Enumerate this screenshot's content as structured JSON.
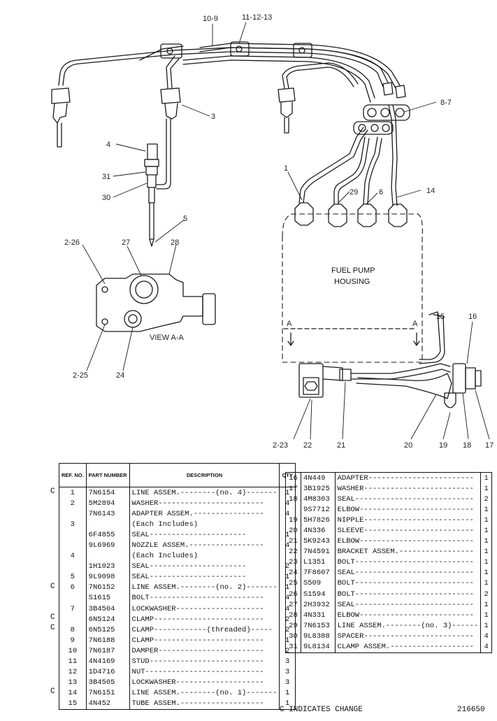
{
  "diagram": {
    "labels": {
      "l1": "10-9",
      "l2": "11-12-13",
      "l3": "3",
      "l4": "4",
      "l5": "31",
      "l6": "30",
      "l7": "5",
      "l8": "2-26",
      "l9": "27",
      "l10": "28",
      "l11": "2-25",
      "l12": "24",
      "l13": "8-7",
      "l14": "1",
      "l15": "29",
      "l16": "6",
      "l17": "14",
      "l18": "15",
      "l19": "16",
      "l20": "2-23",
      "l21": "22",
      "l22": "21",
      "l23": "20",
      "l24": "19",
      "l25": "18",
      "l26": "17"
    },
    "view_label": "VIEW A-A",
    "housing_line1": "FUEL PUMP",
    "housing_line2": "HOUSING",
    "section_a_left": "A",
    "section_a_right": "A"
  },
  "table_headers": {
    "ref": "REF. NO.",
    "part": "PART NUMBER",
    "desc": "DESCRIPTION",
    "qty": "QTY"
  },
  "parts_left": [
    {
      "ref": "1",
      "part": "7N6154",
      "desc": "LINE ASSEM.--------(no. 4)-------",
      "qty": "1"
    },
    {
      "ref": "2",
      "part": "5M2894",
      "desc": "WASHER------------------------",
      "qty": "4"
    },
    {
      "ref": "",
      "part": "7N6143",
      "desc": "ADAPTER ASSEM.----------------",
      "qty": "4"
    },
    {
      "ref": "3",
      "part": "",
      "desc": "  (Each Includes)",
      "qty": ""
    },
    {
      "ref": "",
      "part": "6F4855",
      "desc": "  SEAL----------------------",
      "qty": "1"
    },
    {
      "ref": "",
      "part": "9L6969",
      "desc": "NOZZLE ASSEM.-----------------",
      "qty": "4"
    },
    {
      "ref": "4",
      "part": "",
      "desc": "  (Each Includes)",
      "qty": ""
    },
    {
      "ref": "",
      "part": "1H1023",
      "desc": "  SEAL----------------------",
      "qty": "2"
    },
    {
      "ref": "5",
      "part": "9L9098",
      "desc": "  SEAL----------------------",
      "qty": "1"
    },
    {
      "ref": "6",
      "part": "7N6152",
      "desc": "LINE ASSEM.--------(no. 2)-------",
      "qty": "1"
    },
    {
      "ref": "",
      "part": "S1615",
      "desc": "BOLT--------------------------",
      "qty": "4"
    },
    {
      "ref": "7",
      "part": "3B4504",
      "desc": "LOCKWASHER--------------------",
      "qty": "4"
    },
    {
      "ref": "",
      "part": "6N5124",
      "desc": "CLAMP-------------------------",
      "qty": "2"
    },
    {
      "ref": "8",
      "part": "6N5125",
      "desc": "CLAMP------------(threaded)-----",
      "qty": "2"
    },
    {
      "ref": "9",
      "part": "7N6188",
      "desc": "CLAMP-------------------------",
      "qty": "1"
    },
    {
      "ref": "10",
      "part": "7N6187",
      "desc": "DAMPER------------------------",
      "qty": "2"
    },
    {
      "ref": "11",
      "part": "4N4169",
      "desc": "STUD--------------------------",
      "qty": "3"
    },
    {
      "ref": "12",
      "part": "1D4716",
      "desc": "NUT---------------------------",
      "qty": "3"
    },
    {
      "ref": "13",
      "part": "3B4505",
      "desc": "LOCKWASHER--------------------",
      "qty": "3"
    },
    {
      "ref": "14",
      "part": "7N6151",
      "desc": "LINE ASSEM.--------(no. 1)-------",
      "qty": "1"
    },
    {
      "ref": "15",
      "part": "4N452",
      "desc": "TUBE ASSEM.-------------------",
      "qty": "1"
    }
  ],
  "parts_right": [
    {
      "ref": "16",
      "part": "4N449",
      "desc": "ADAPTER------------------------",
      "qty": "1"
    },
    {
      "ref": "17",
      "part": "3B1925",
      "desc": "WASHER-------------------------",
      "qty": "1"
    },
    {
      "ref": "18",
      "part": "4M8303",
      "desc": "SEAL---------------------------",
      "qty": "2"
    },
    {
      "ref": "",
      "part": "9S7712",
      "desc": "ELBOW--------------------------",
      "qty": "1"
    },
    {
      "ref": "19",
      "part": "5H7826",
      "desc": "NIPPLE-------------------------",
      "qty": "1"
    },
    {
      "ref": "20",
      "part": "4N336",
      "desc": "SLEEVE-------------------------",
      "qty": "1"
    },
    {
      "ref": "21",
      "part": "5K9243",
      "desc": "ELBOW--------------------------",
      "qty": "1"
    },
    {
      "ref": "22",
      "part": "7N4591",
      "desc": "BRACKET ASSEM.-----------------",
      "qty": "1"
    },
    {
      "ref": "23",
      "part": "L1351",
      "desc": "BOLT---------------------------",
      "qty": "1"
    },
    {
      "ref": "24",
      "part": "7F8607",
      "desc": "SEAL---------------------------",
      "qty": "1"
    },
    {
      "ref": "25",
      "part": "S509",
      "desc": "BOLT---------------------------",
      "qty": "1"
    },
    {
      "ref": "26",
      "part": "S1594",
      "desc": "BOLT---------------------------",
      "qty": "2"
    },
    {
      "ref": "27",
      "part": "2H3932",
      "desc": "SEAL---------------------------",
      "qty": "1"
    },
    {
      "ref": "28",
      "part": "4N331",
      "desc": "ELBOW--------------------------",
      "qty": "1"
    },
    {
      "ref": "29",
      "part": "7N6153",
      "desc": "LINE ASSEM.--------(no. 3)------",
      "qty": "1"
    },
    {
      "ref": "30",
      "part": "9L8388",
      "desc": "SPACER-------------------------",
      "qty": "4"
    },
    {
      "ref": "31",
      "part": "9L8134",
      "desc": "CLAMP ASSEM.-------------------",
      "qty": "4"
    }
  ],
  "change_marks": {
    "m1": "C",
    "m2": "C",
    "m3": "C",
    "m4": "C",
    "m5": "C"
  },
  "footer_note": "C INDICATES CHANGE",
  "footer_number": "216650"
}
